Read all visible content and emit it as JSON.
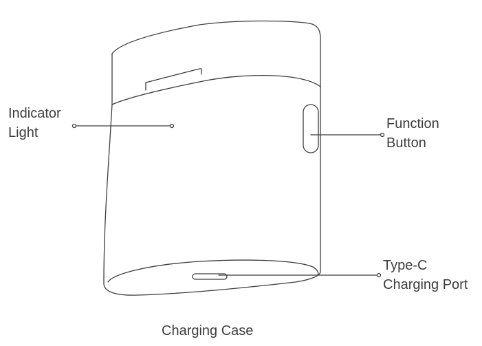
{
  "labels": {
    "indicator_light": [
      "Indicator",
      "Light"
    ],
    "function_button": [
      "Function",
      "Button"
    ],
    "type_c_port": [
      "Type-C",
      "Charging Port"
    ]
  },
  "caption": "Charging Case",
  "colors": {
    "stroke": "#3c3c3c",
    "text": "#3c3c3c",
    "background": "#ffffff"
  }
}
